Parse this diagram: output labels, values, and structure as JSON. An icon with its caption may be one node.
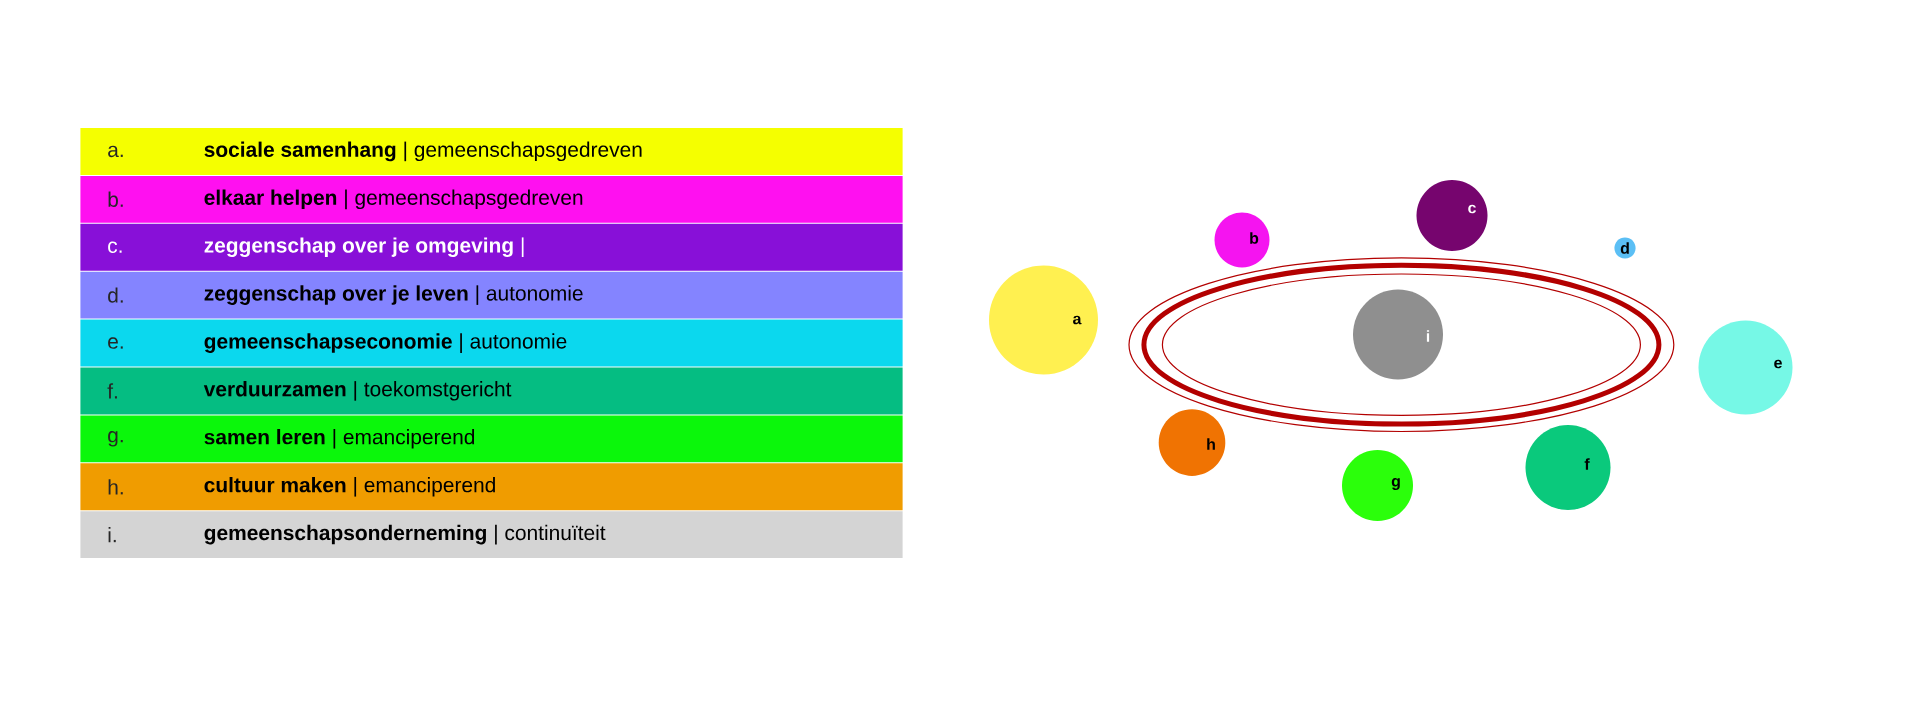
{
  "diagram": {
    "nodes": [
      {
        "text": [
          "a"
        ]
      },
      {
        "text": [
          "b"
        ]
      },
      {
        "text": [
          "c"
        ]
      },
      {
        "text": [
          "d"
        ]
      },
      {
        "text": [
          "e"
        ]
      },
      {
        "text": [
          "f"
        ]
      },
      {
        "text": [
          "g"
        ]
      },
      {
        "text": [
          "h"
        ]
      },
      {
        "text": [
          "i"
        ]
      }
    ],
    "labels": [
      "a.",
      "b.",
      "c.",
      "d.",
      "e.",
      "f.",
      "g.",
      "h.",
      "i."
    ],
    "legend": [
      {
        "text": "**sociale samenhang** | gemeenschapsgedreven",
        "color": "#f5ff00"
      },
      {
        "text": "**elkaar helpen** | gemeenschapsgedreven",
        "color": "#ff10f0"
      },
      {
        "text": "**zeggenschap over je omgeving** |",
        "color": "#8810d8"
      },
      {
        "text": "**zeggenschap over je leven** | autonomie",
        "color": "#8484ff"
      },
      {
        "text": "**gemeenschapseconomie** | autonomie",
        "color": "#0bd8ee"
      },
      {
        "text": "**verduurzamen** | toekomstgericht",
        "color": "#05bd82"
      },
      {
        "text": "**samen leren** | emanciperend",
        "color": "#0bf70b"
      },
      {
        "text": "**cultuur maken** | emanciperend",
        "color": "#f09c00"
      },
      {
        "text": "**gemeenschapsonderneming** | continuïteit",
        "color": "#d4d4d4"
      }
    ]
  }
}
